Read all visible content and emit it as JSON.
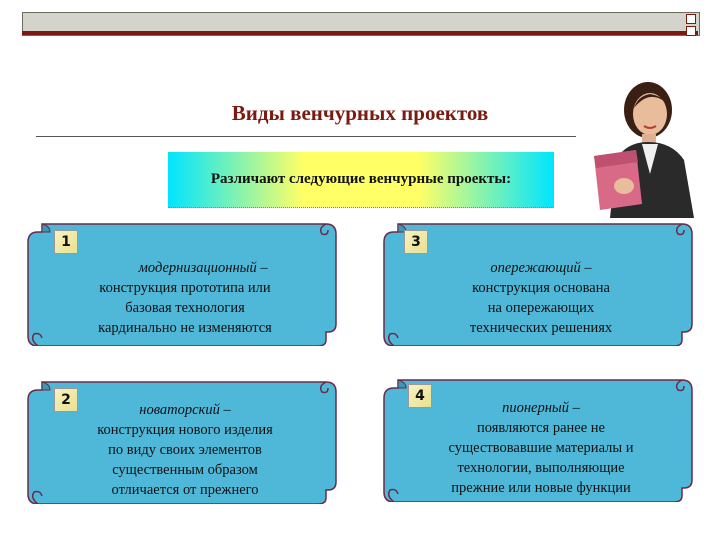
{
  "slide": {
    "title": "Виды венчурных проектов",
    "subtitle": "Различают следующие венчурные проекты:"
  },
  "cards": [
    {
      "number": "1",
      "term": "модернизационный",
      "lines": [
        "конструкция прототипа или",
        "базовая технология",
        "кардинально не изменяются"
      ]
    },
    {
      "number": "3",
      "term": "опережающий",
      "lines": [
        "конструкция основана",
        "на опережающих",
        "технических решениях"
      ]
    },
    {
      "number": "2",
      "term": "новаторский",
      "lines": [
        "конструкция нового изделия",
        "по виду своих элементов",
        "существенным образом",
        "отличается от прежнего"
      ]
    },
    {
      "number": "4",
      "term": "пионерный",
      "lines": [
        "появляются ранее не",
        "существовавшие материалы и",
        "технологии, выполняющие",
        "прежние или новые функции"
      ]
    }
  ],
  "colors": {
    "scroll_fill": "#4fb8d8",
    "scroll_edge": "#6a2a48",
    "title_color": "#7a1a10",
    "accent_red": "#7a1a10"
  },
  "icons": [
    "woman-with-folder-image"
  ]
}
